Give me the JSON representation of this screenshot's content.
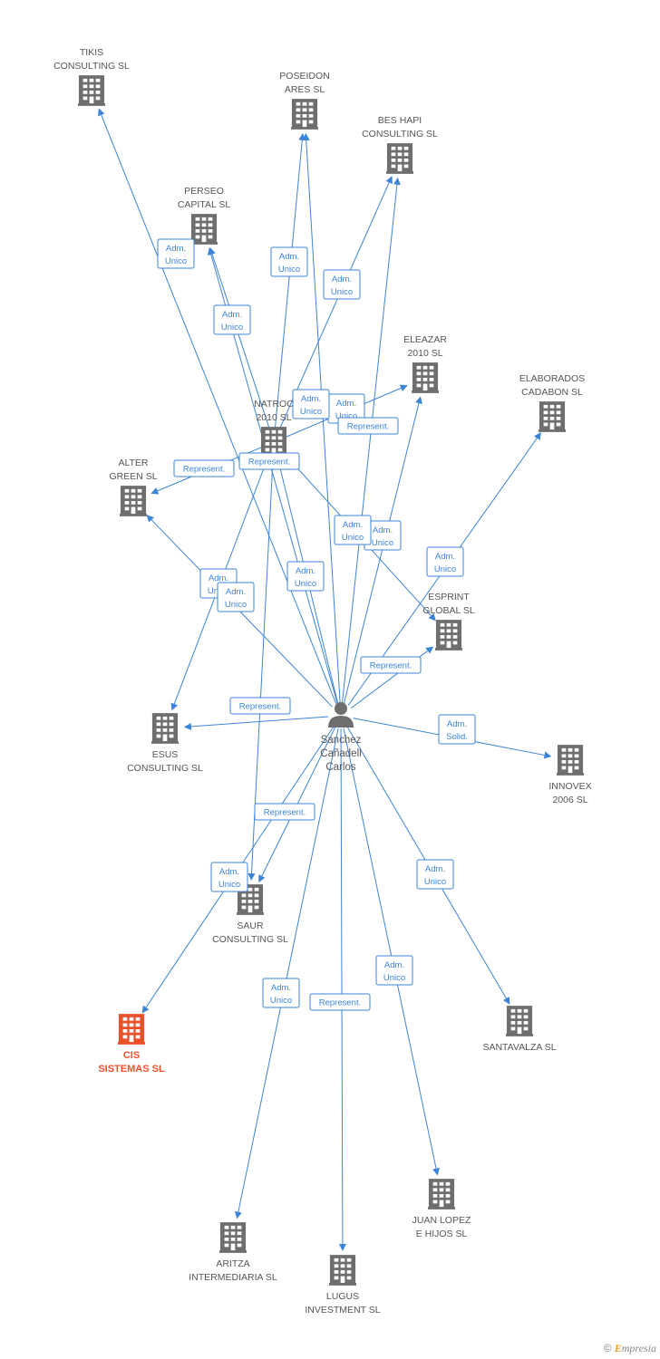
{
  "colors": {
    "edge": "#3c84d8",
    "building": "#6e6e6e",
    "highlight": "#e8522b",
    "label": "#555555"
  },
  "person": {
    "id": "sanchez",
    "lines": [
      "Sanchez",
      "Cañadell",
      "Carlos"
    ],
    "icon": "person-icon"
  },
  "companies": [
    {
      "id": "tikis",
      "lines": [
        "TIKIS",
        "CONSULTING SL"
      ],
      "icon": "building-icon"
    },
    {
      "id": "poseidon",
      "lines": [
        "POSEIDON",
        "ARES SL"
      ],
      "icon": "building-icon"
    },
    {
      "id": "beshapi",
      "lines": [
        "BES HAPI",
        "CONSULTING SL"
      ],
      "icon": "building-icon"
    },
    {
      "id": "perseo",
      "lines": [
        "PERSEO",
        "CAPITAL SL"
      ],
      "icon": "building-icon"
    },
    {
      "id": "eleazar",
      "lines": [
        "ELEAZAR",
        "2010 SL"
      ],
      "icon": "building-icon"
    },
    {
      "id": "elaborados",
      "lines": [
        "ELABORADOS",
        "CADABON SL"
      ],
      "icon": "building-icon"
    },
    {
      "id": "natroc",
      "lines": [
        "NATROC",
        "2010 SL"
      ],
      "icon": "building-icon"
    },
    {
      "id": "altergreen",
      "lines": [
        "ALTER",
        "GREEN SL"
      ],
      "icon": "building-icon"
    },
    {
      "id": "esprint",
      "lines": [
        "ESPRINT",
        "GLOBAL SL"
      ],
      "icon": "building-icon"
    },
    {
      "id": "esus",
      "lines": [
        "ESUS",
        "CONSULTING SL"
      ],
      "icon": "building-icon"
    },
    {
      "id": "innovex",
      "lines": [
        "INNOVEX",
        "2006 SL"
      ],
      "icon": "building-icon"
    },
    {
      "id": "saur",
      "lines": [
        "SAUR",
        "CONSULTING SL"
      ],
      "icon": "building-icon"
    },
    {
      "id": "cis",
      "lines": [
        "CIS",
        "SISTEMAS SL"
      ],
      "icon": "building-icon",
      "highlight": true
    },
    {
      "id": "santavalza",
      "lines": [
        "SANTAVALZA SL"
      ],
      "icon": "building-icon"
    },
    {
      "id": "juanlopez",
      "lines": [
        "JUAN LOPEZ",
        "E HIJOS SL"
      ],
      "icon": "building-icon"
    },
    {
      "id": "aritza",
      "lines": [
        "ARITZA",
        "INTERMEDIARIA SL"
      ],
      "icon": "building-icon"
    },
    {
      "id": "lugus",
      "lines": [
        "LUGUS",
        "INVESTMENT SL"
      ],
      "icon": "building-icon"
    }
  ],
  "edges": [
    {
      "from": "sanchez",
      "to": "tikis",
      "label": [
        "Adm.",
        "Unico"
      ]
    },
    {
      "from": "sanchez",
      "to": "poseidon",
      "label": [
        "Adm.",
        "Unico"
      ]
    },
    {
      "from": "sanchez",
      "to": "beshapi",
      "label": [
        "Adm.",
        "Unico"
      ]
    },
    {
      "from": "sanchez",
      "to": "perseo",
      "label": [
        "Adm.",
        "Unico"
      ]
    },
    {
      "from": "sanchez",
      "to": "eleazar",
      "label": [
        "Adm.",
        "Unico"
      ]
    },
    {
      "from": "sanchez",
      "to": "elaborados",
      "label": [
        "Adm.",
        "Unico"
      ]
    },
    {
      "from": "sanchez",
      "to": "natroc",
      "label": [
        "Adm.",
        "Unico"
      ]
    },
    {
      "from": "sanchez",
      "to": "altergreen",
      "label": [
        "Represent."
      ]
    },
    {
      "from": "sanchez",
      "to": "esprint",
      "label": [
        "Represent."
      ]
    },
    {
      "from": "sanchez",
      "to": "esus",
      "label": [
        "Represent."
      ]
    },
    {
      "from": "sanchez",
      "to": "innovex",
      "label": [
        "Adm.",
        "Solid."
      ]
    },
    {
      "from": "sanchez",
      "to": "saur",
      "label": [
        "Represent."
      ]
    },
    {
      "from": "sanchez",
      "to": "cis",
      "label": [
        "Adm.",
        "Unico"
      ]
    },
    {
      "from": "sanchez",
      "to": "santavalza",
      "label": [
        "Adm.",
        "Unico"
      ]
    },
    {
      "from": "sanchez",
      "to": "juanlopez",
      "label": [
        "Adm.",
        "Unico"
      ]
    },
    {
      "from": "sanchez",
      "to": "aritza",
      "label": [
        "Adm.",
        "Unico"
      ]
    },
    {
      "from": "sanchez",
      "to": "lugus",
      "label": [
        "Represent."
      ]
    },
    {
      "from": "natroc",
      "to": "perseo",
      "label": [
        "Adm.",
        "Unico"
      ]
    },
    {
      "from": "natroc",
      "to": "poseidon",
      "label": [
        "Adm.",
        "Unico"
      ]
    },
    {
      "from": "natroc",
      "to": "beshapi",
      "label": [
        "Represent."
      ]
    },
    {
      "from": "natroc",
      "to": "eleazar",
      "label": [
        "Represent."
      ]
    },
    {
      "from": "natroc",
      "to": "altergreen",
      "label": [
        "Adm.",
        "Unico"
      ]
    },
    {
      "from": "natroc",
      "to": "esus",
      "label": [
        "Adm.",
        "Unico"
      ]
    },
    {
      "from": "natroc",
      "to": "esprint",
      "label": [
        "Adm.",
        "Unico"
      ]
    },
    {
      "from": "natroc",
      "to": "saur",
      "label": [
        "Adm.",
        "Unico"
      ]
    }
  ],
  "footer": {
    "copyright": "©",
    "brand_initial": "E",
    "brand_rest": "mpresia"
  }
}
